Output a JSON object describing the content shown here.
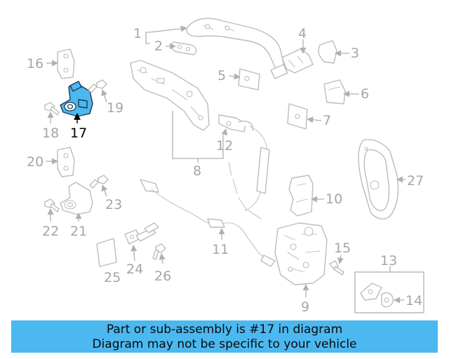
{
  "callouts": {
    "c1": "1",
    "c2": "2",
    "c3": "3",
    "c4": "4",
    "c5": "5",
    "c6": "6",
    "c7": "7",
    "c8": "8",
    "c9": "9",
    "c10": "10",
    "c11": "11",
    "c12": "12",
    "c13": "13",
    "c14": "14",
    "c15": "15",
    "c16": "16",
    "c17": "17",
    "c18": "18",
    "c19": "19",
    "c20": "20",
    "c21": "21",
    "c22": "22",
    "c23": "23",
    "c24": "24",
    "c25": "25",
    "c26": "26",
    "c27": "27"
  },
  "highlighted_part": "17",
  "colors": {
    "highlight": "#4cb8f0",
    "outline": "#bcbcbc",
    "banner": "#4cb8f0"
  },
  "banner": {
    "line1": "Part or sub-assembly is #17 in diagram",
    "line2": "Diagram may not be specific to your vehicle"
  }
}
